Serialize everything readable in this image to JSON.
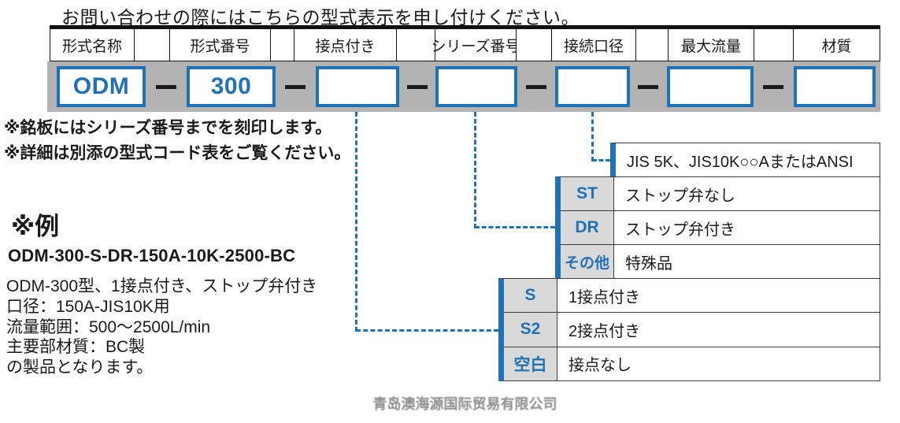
{
  "page": {
    "title": "お問い合わせの際にはこちらの型式表示を申し付けください。"
  },
  "code_table": {
    "headers": [
      "形式名称",
      "形式番号",
      "接点付き",
      "シリーズ番号",
      "接続口径",
      "最大流量",
      "材質"
    ],
    "box_values": [
      "ODM",
      "300",
      "",
      "",
      "",
      "",
      ""
    ]
  },
  "notes": {
    "line1": "※銘板にはシリーズ番号までを刻印します。",
    "line2": "※詳細は別添の型式コード表をご覧ください。"
  },
  "example": {
    "heading": "※例",
    "model_code": "ODM-300-S-DR-150A-10K-2500-BC",
    "description": "ODM-300型、1接点付き、ストップ弁付き\n口径：150A-JIS10K用\n流量範囲：500～2500L/min\n主要部材質：BC製\nの製品となります。"
  },
  "legend": {
    "connection_size_text": "JIS 5K、JIS10K○○AまたはANSI",
    "stop_valve_rows": [
      {
        "code": "ST",
        "label": "ストップ弁なし"
      },
      {
        "code": "DR",
        "label": "ストップ弁付き"
      },
      {
        "code": "その他",
        "label": "特殊品"
      }
    ],
    "contact_rows": [
      {
        "code": "S",
        "label": "1接点付き"
      },
      {
        "code": "S2",
        "label": "2接点付き"
      },
      {
        "code": "空白",
        "label": "接点なし"
      }
    ]
  },
  "watermark": "青岛澳海源国际贸易有限公司",
  "colors": {
    "accent_blue": "#2171b5",
    "bar_gray": "#b3b3b3",
    "key_gray": "#d9d9d9",
    "line_dark": "#3c3c3c"
  }
}
